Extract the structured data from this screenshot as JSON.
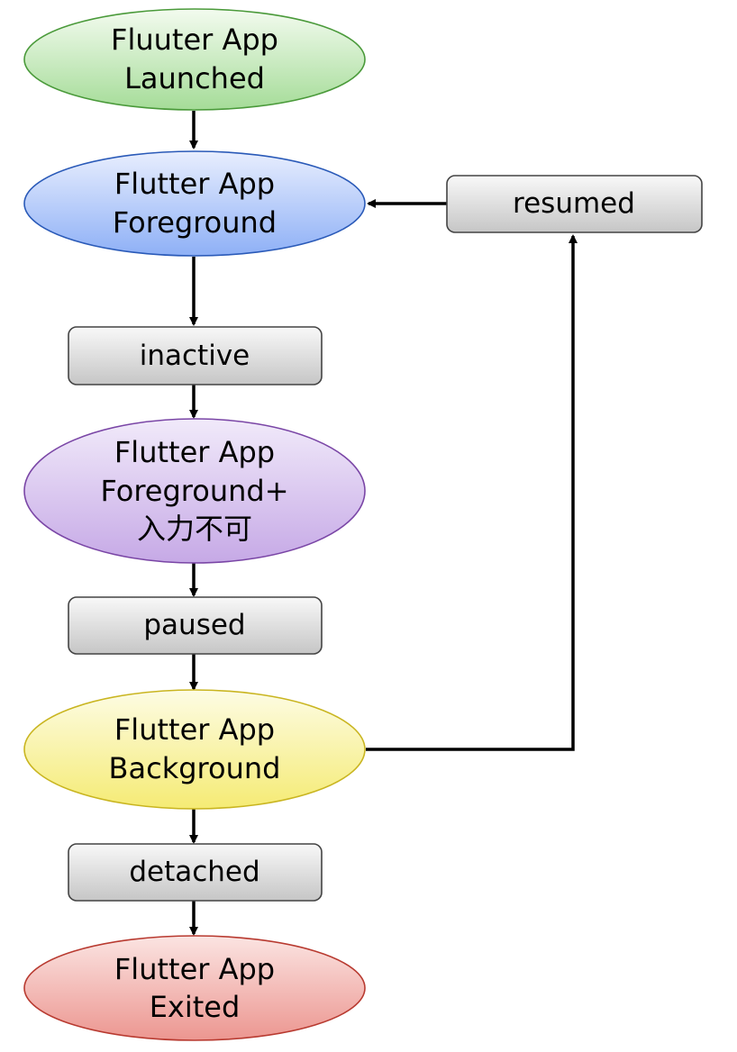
{
  "nodes": {
    "launched": {
      "lines": [
        "Fluuter App",
        "Launched"
      ],
      "stroke": "#4a9a3a"
    },
    "foreground": {
      "lines": [
        "Flutter App",
        "Foreground"
      ],
      "stroke": "#2a5ab8"
    },
    "foreground_input_disabled": {
      "lines": [
        "Flutter App",
        "Foreground+",
        "入力不可"
      ],
      "stroke": "#7a46a6"
    },
    "background": {
      "lines": [
        "Flutter App",
        "Background"
      ],
      "stroke": "#c9b520"
    },
    "exited": {
      "lines": [
        "Flutter App",
        "Exited"
      ],
      "stroke": "#b83a30"
    }
  },
  "states": {
    "inactive": "inactive",
    "paused": "paused",
    "detached": "detached",
    "resumed": "resumed"
  }
}
